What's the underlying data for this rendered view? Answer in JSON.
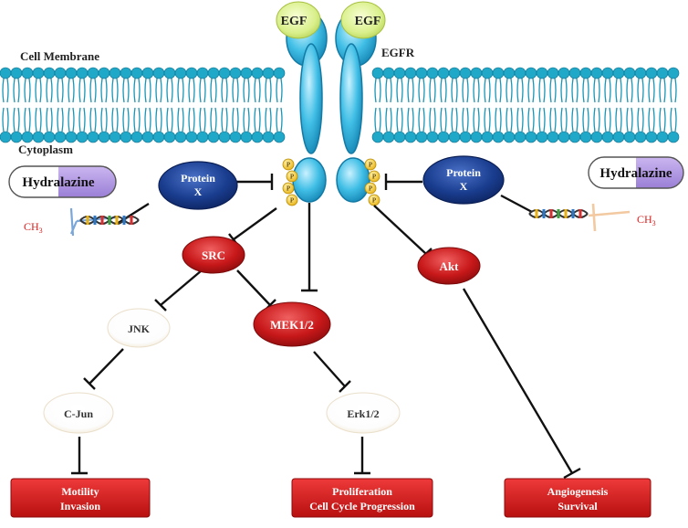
{
  "labels": {
    "cell_membrane": "Cell Membrane",
    "cytoplasm": "Cytoplasm",
    "egfr": "EGFR",
    "egf_left": "EGF",
    "egf_right": "EGF",
    "phospho": "P"
  },
  "nodes": {
    "protein_x_left": [
      "Protein",
      "X"
    ],
    "protein_x_right": [
      "Protein",
      "X"
    ],
    "src": "SRC",
    "akt": "Akt",
    "mek": "MEK1/2",
    "jnk": "JNK",
    "cjun": "C-Jun",
    "erk": "Erk1/2"
  },
  "drug": {
    "left": {
      "prefix": "Hydral",
      "suffix": "azine"
    },
    "right": {
      "prefix": "Hydral",
      "suffix": "azine"
    },
    "methyl_left": {
      "base": "CH",
      "sub": "3"
    },
    "methyl_right": {
      "base": "CH",
      "sub": "3"
    }
  },
  "outcomes": {
    "left": [
      "Motility",
      "Invasion"
    ],
    "center": [
      "Proliferation",
      "Cell Cycle Progression"
    ],
    "right": [
      "Angiogenesis",
      "Survival"
    ]
  },
  "colors": {
    "membrane_head": "#20a8c8",
    "receptor": "#4cc4e8",
    "protein_x": "#1a3d8f",
    "red_node": "#c8181a",
    "outcome_box": "#d81e1e",
    "egf": "#d9ef8a",
    "phospho": "#f2c21a",
    "drug_purple": "#b59be0",
    "methyl_red": "#d92020"
  }
}
